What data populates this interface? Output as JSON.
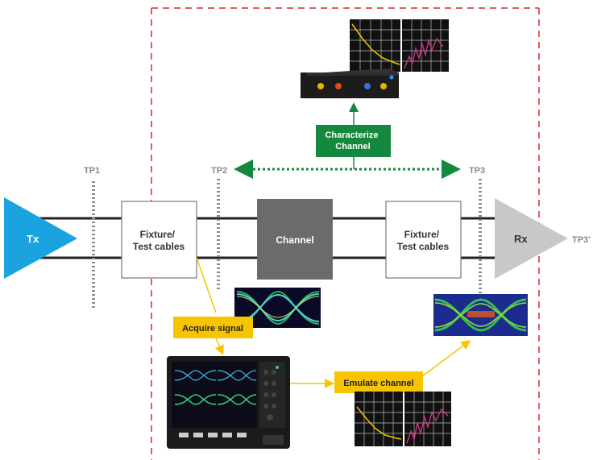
{
  "blocks": {
    "tx": "Tx",
    "rx": "Rx",
    "fixture_left": [
      "Fixture/",
      "Test cables"
    ],
    "channel": "Channel",
    "fixture_right": [
      "Fixture/",
      "Test cables"
    ]
  },
  "test_points": {
    "tp1": "TP1",
    "tp2": "TP2",
    "tp3": "TP3",
    "tp3_prime": "TP3'"
  },
  "callouts": {
    "characterize": [
      "Characterize",
      "Channel"
    ],
    "acquire": "Acquire signal",
    "emulate": "Emulate channel"
  },
  "colors": {
    "tx": "#1aa3de",
    "rx": "#c8c8c8",
    "channel": "#6b6b6d",
    "characterize_bg": "#14883c",
    "callout_yellow": "#f6c500",
    "boundary": "#d9262c",
    "test_point": "#8a8a8a"
  },
  "icons": {
    "vna_instrument": "network-analyzer-icon",
    "oscilloscope": "oscilloscope-icon",
    "eye_diagram": "eye-diagram-icon",
    "s_parameter_plot": "s-parameter-plot-icon"
  }
}
